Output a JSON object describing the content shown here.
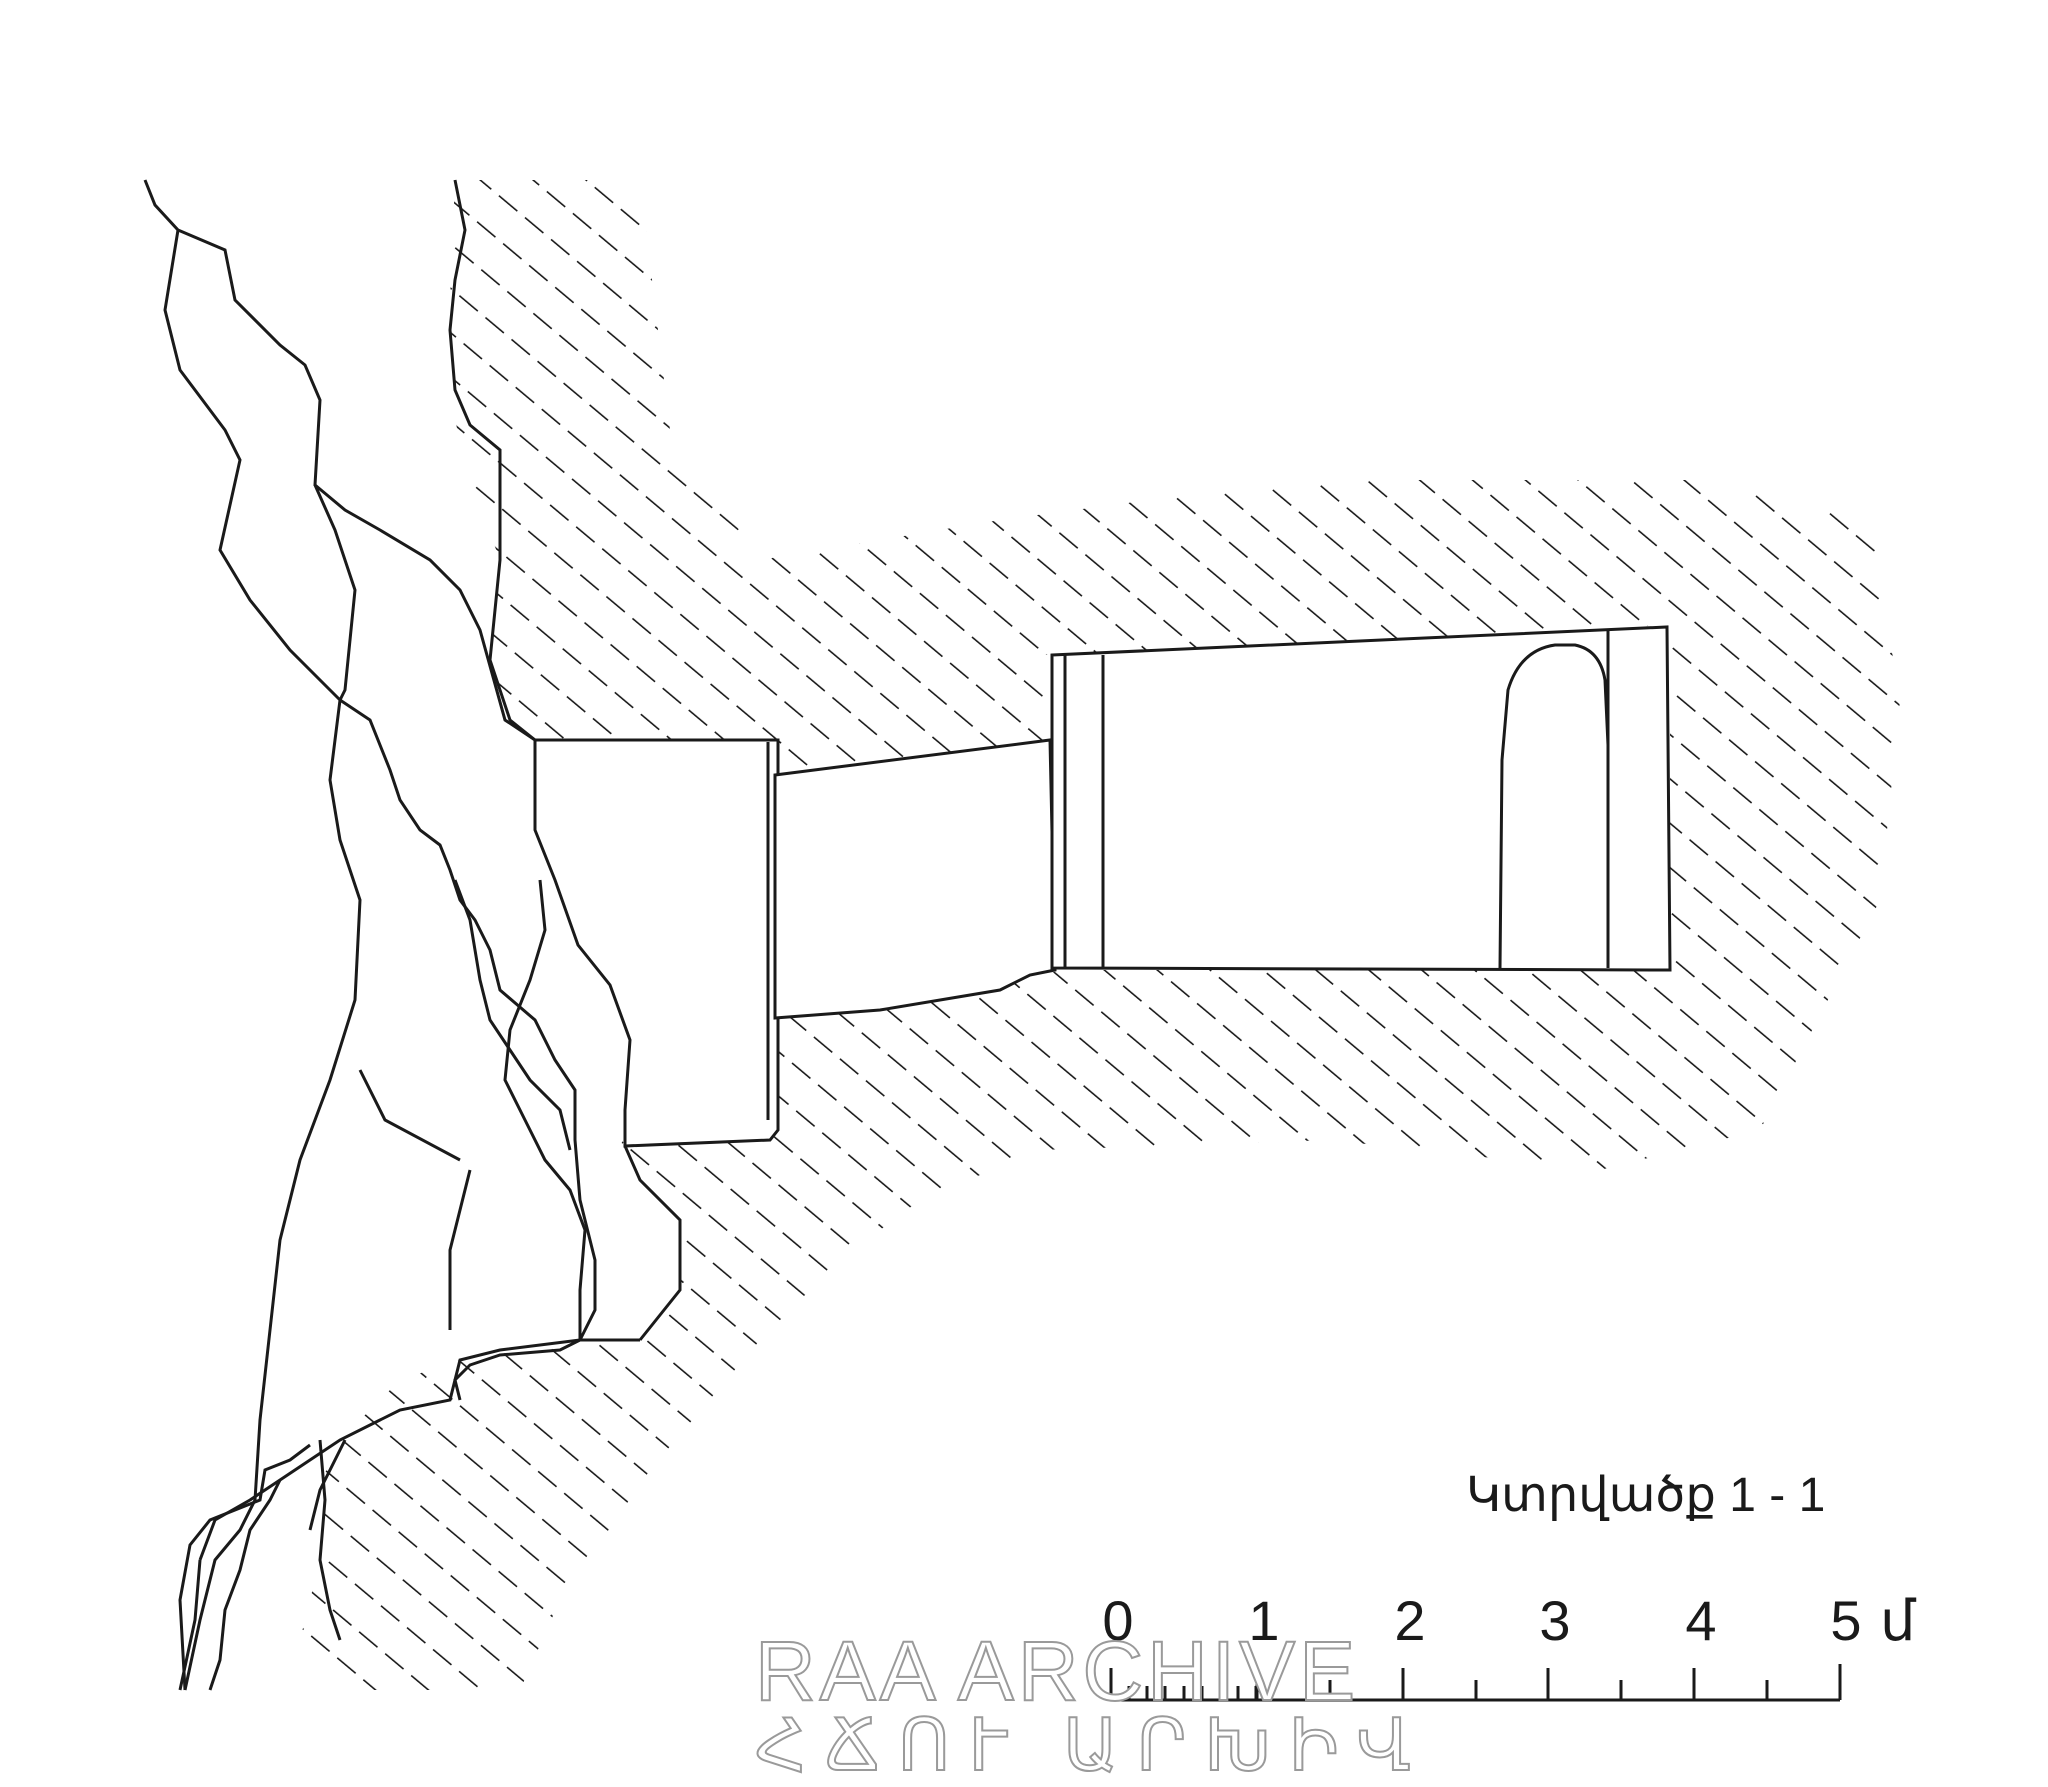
{
  "section_title": "Կտրվածք   1 - 1",
  "scale_bar": {
    "tick_labels": [
      "0",
      "1",
      "2",
      "3",
      "4",
      "5"
    ],
    "unit": "մ"
  },
  "watermark": {
    "line1": "RAA ARCHIVE",
    "line2": "ՀՃՈՒ ԱՐԽԻՎ"
  },
  "colors": {
    "ink": "#1a1a1a",
    "paper": "#ffffff",
    "watermark_outline": "#9a9a9a"
  }
}
